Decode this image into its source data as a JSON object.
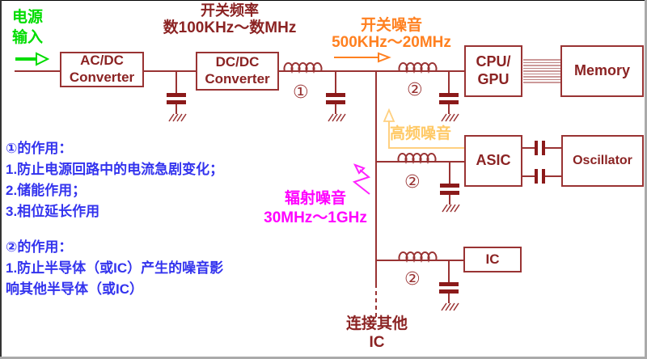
{
  "diagram": {
    "power_input": {
      "line1": "电源",
      "line2": "输入"
    },
    "switching_freq": {
      "line1": "开关频率",
      "line2": "数100KHz～数MHz"
    },
    "switching_noise": {
      "line1": "开关噪音",
      "line2": "500KHz～20MHz"
    },
    "hf_noise": "高频噪音",
    "radiated_noise": {
      "line1": "辐射噪音",
      "line2": "30MHz～1GHz"
    },
    "connect_other": {
      "line1": "连接其他",
      "line2": "IC"
    },
    "blocks": {
      "acdc": {
        "line1": "AC/DC",
        "line2": "Converter"
      },
      "dcdc": {
        "line1": "DC/DC",
        "line2": "Converter"
      },
      "cpu": {
        "line1": "CPU/",
        "line2": "GPU"
      },
      "memory": "Memory",
      "asic": "ASIC",
      "oscillator": "Oscillator",
      "ic": "IC"
    },
    "callouts": {
      "inductor1": "①",
      "inductor2a": "②",
      "inductor2b": "②",
      "inductor2c": "②"
    },
    "notes_1": {
      "title": "①的作用：",
      "items": [
        "1.防止电源回路中的电流急剧变化；",
        "2.储能作用；",
        "3.相位延长作用"
      ]
    },
    "notes_2": {
      "title": "②的作用：",
      "items": [
        "1.防止半导体（或IC）产生的噪音影",
        "响其他半导体（或IC）"
      ]
    },
    "colors": {
      "wire_dark_red": "#993333",
      "block_text_red": "#8B2323",
      "note_blue": "#3333EE",
      "power_green": "#00DD00",
      "noise_orange": "#FF8020",
      "hf_noise_light_orange": "#FFC966",
      "radiated_magenta": "#FF00FF"
    }
  }
}
